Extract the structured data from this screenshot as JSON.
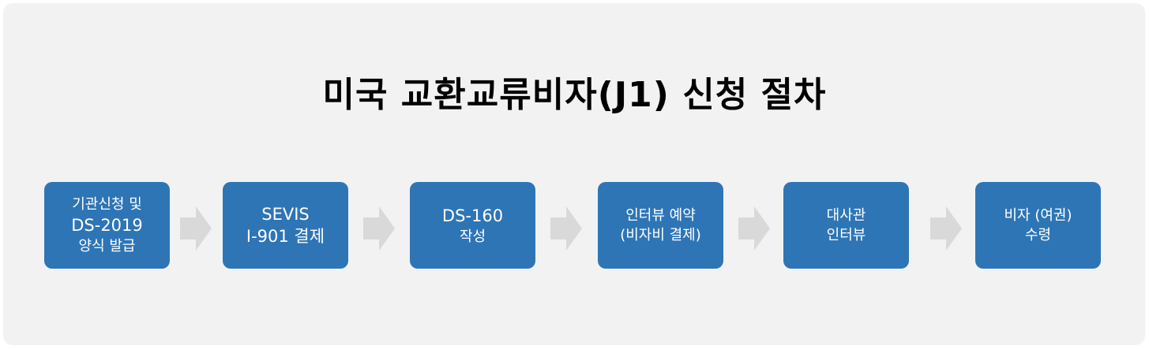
{
  "title": "미국 교환교류비자(J1) 신청 절차",
  "colors": {
    "step": "#2e75b6",
    "arrow": "#d9d9d9",
    "background": "#f2f2f2"
  },
  "steps": [
    {
      "lines": [
        "기관신청 및",
        "DS-2019",
        "양식 발급"
      ]
    },
    {
      "lines": [
        "SEVIS",
        "I-901 결제"
      ]
    },
    {
      "lines": [
        "DS-160",
        "작성"
      ]
    },
    {
      "lines": [
        "인터뷰 예약",
        "(비자비 결제)"
      ]
    },
    {
      "lines": [
        "대사관",
        "인터뷰"
      ]
    },
    {
      "lines": [
        "비자 (여권)",
        "수령"
      ]
    }
  ]
}
